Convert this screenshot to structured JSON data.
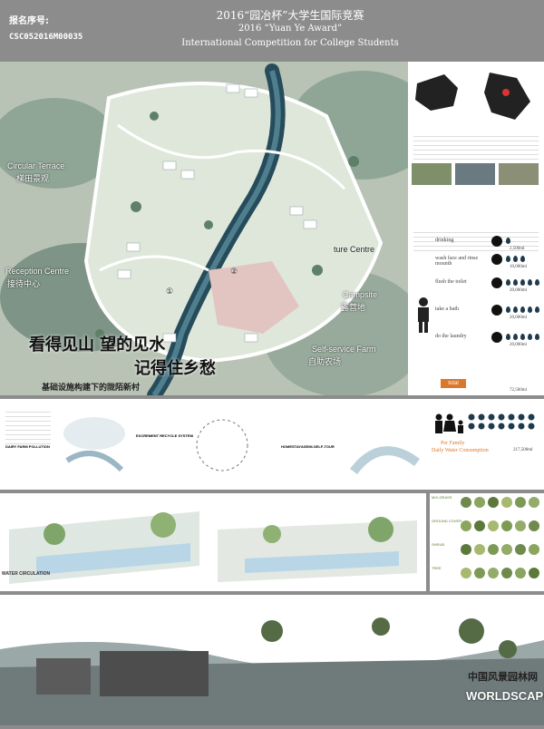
{
  "header": {
    "id_label": "报名序号:",
    "code": "CSC052016M00035",
    "title_cn": "2016“园冶杯”大学生国际竞赛",
    "title_en1": "2016 “Yuan Ye Award”",
    "title_en2": "International Competition for College Students"
  },
  "map": {
    "labels": {
      "circular_terrace_en": "Circular Terrace",
      "circular_terrace_cn": "梯田景观",
      "reception_en": "Reception Centre",
      "reception_cn": "接待中心",
      "culture_en": "ture Centre",
      "campsite_en": "Campsite",
      "campsite_cn": "露营地",
      "selfservice_en": "Self-service Farm",
      "selfservice_cn": "自助农场",
      "num1": "①",
      "num2": "②"
    },
    "slogan_line1": "看得见山  望的见水",
    "slogan_line2": "记得住乡愁",
    "subtitle": "基础设施构建下的陇陌新村"
  },
  "water": {
    "activities": [
      {
        "label": "drinking",
        "value": "2,500ml"
      },
      {
        "label": "wash face and rinse mounth",
        "value": "10,000ml"
      },
      {
        "label": "flush the toilet",
        "value": "20,000ml"
      },
      {
        "label": "take a bath",
        "value": "20,000ml"
      },
      {
        "label": "do the laundry",
        "value": "20,000ml"
      }
    ],
    "total_label": "total",
    "total_value": "72,500ml",
    "family_label_cn": "Per Family",
    "family_label_en": "Daily Water Consumption",
    "family_value": "217,500ml"
  },
  "middle": {
    "dairy_title": "DAIRY FARM POLLUTION",
    "excrement_title": "EXCREMENT RECYCLE SYSTEM",
    "homestay_title": "HOMESTAY&SEMI-SELF-TOUR"
  },
  "section": {
    "water_circulation": "WATER CIRCULATION"
  },
  "plants": {
    "row_labels": [
      "MIX-GRASS",
      "GROUND COVER",
      "SHRUB",
      "TREE"
    ]
  },
  "logos": {
    "site_cn": "中国风景园林网",
    "site_en": "WORLDSCAPE"
  },
  "colors": {
    "accent_orange": "#d9772b",
    "water_drop": "#1e3a4c",
    "family_red": "#c0392b"
  }
}
